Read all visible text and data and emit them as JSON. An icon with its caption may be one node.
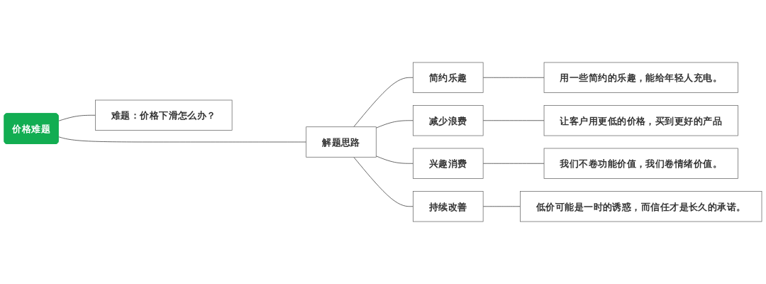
{
  "diagram": {
    "nodes": [
      {
        "text": [
          "价格难题"
        ]
      },
      {
        "text": [
          "难题：价格下滑怎么办？"
        ]
      },
      {
        "text": [
          "解题思路"
        ]
      },
      {
        "text": [
          "简约乐趣"
        ]
      },
      {
        "text": [
          "用一些简约的乐趣，能给年轻人充电。"
        ]
      },
      {
        "text": [
          "减少浪费"
        ]
      },
      {
        "text": [
          "让客户用更低的价格，买到更好的产品"
        ]
      },
      {
        "text": [
          "兴趣消费"
        ]
      },
      {
        "text": [
          "我们不卷功能价值，我们卷情绪价值。"
        ]
      },
      {
        "text": [
          "持续改善"
        ]
      },
      {
        "text": [
          "低价可能是一时的诱惑，而信任才是长久的承诺。"
        ]
      }
    ],
    "edges": [
      {
        "from": 0,
        "to": 1,
        "arrow": "none"
      },
      {
        "from": 0,
        "to": 2,
        "arrow": "none"
      },
      {
        "from": 2,
        "to": 3,
        "arrow": "none"
      },
      {
        "from": 2,
        "to": 5,
        "arrow": "none"
      },
      {
        "from": 2,
        "to": 7,
        "arrow": "none"
      },
      {
        "from": 2,
        "to": 9,
        "arrow": "none"
      },
      {
        "from": 3,
        "to": 4,
        "arrow": "none"
      },
      {
        "from": 5,
        "to": 6,
        "arrow": "none"
      },
      {
        "from": 7,
        "to": 8,
        "arrow": "none"
      },
      {
        "from": 9,
        "to": 10,
        "arrow": "none"
      }
    ]
  }
}
